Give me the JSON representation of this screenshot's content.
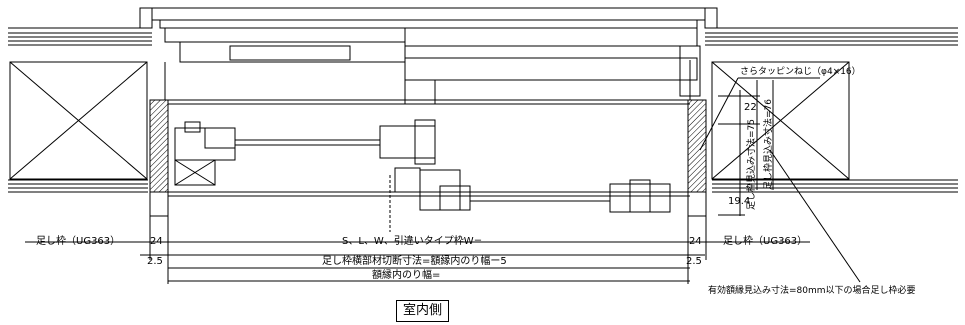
{
  "labels": {
    "screw_note": "さらタッピンねじ（φ4×16）",
    "dim_22": "22",
    "dim_19_4": "19.4",
    "tashiwaku_75": "足し枠見込み寸法=75",
    "tashiwaku_76": "足し枠見込み寸法=76",
    "left_frame": "足し枠（UG363）",
    "right_frame": "足し枠（UG363）",
    "dim_24_left": "24",
    "dim_24_right": "24",
    "dim_2_5_left": "2.5",
    "dim_2_5_right": "2.5",
    "width_line": "S、L、W、引違いタイプ枠W=",
    "cut_line": "足し枠横部材切断寸法=額縁内のり幅ー5",
    "inner_width": "額縁内のり幅=",
    "note": "有効額縁見込み寸法=80mm以下の場合足し枠必要",
    "indoor": "室内側"
  },
  "colors": {
    "line": "#000000",
    "hatch": "#000000",
    "fill": "#ffffff"
  }
}
